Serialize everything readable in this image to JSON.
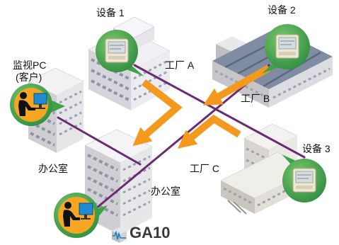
{
  "labels": {
    "device_1": "设备 1",
    "device_2": "设备 2",
    "device_3": "设备 3",
    "monitor_pc": "监视PC",
    "client": "(客户)",
    "factory_a": "工厂 A",
    "factory_b": "工厂 B",
    "factory_c": "工厂 C",
    "office_left": "办公室",
    "office_center": "办公室"
  },
  "brand": {
    "name": "GA10",
    "icon": "ga10-logo-icon"
  },
  "icons": {
    "device": "device-icon",
    "operator": "operator-at-pc-icon"
  },
  "colors": {
    "network_line": "#6b2b72",
    "data_arrow": "#f39a1e",
    "bubble": "#3da34b",
    "operator_bg": "#f6a623"
  }
}
